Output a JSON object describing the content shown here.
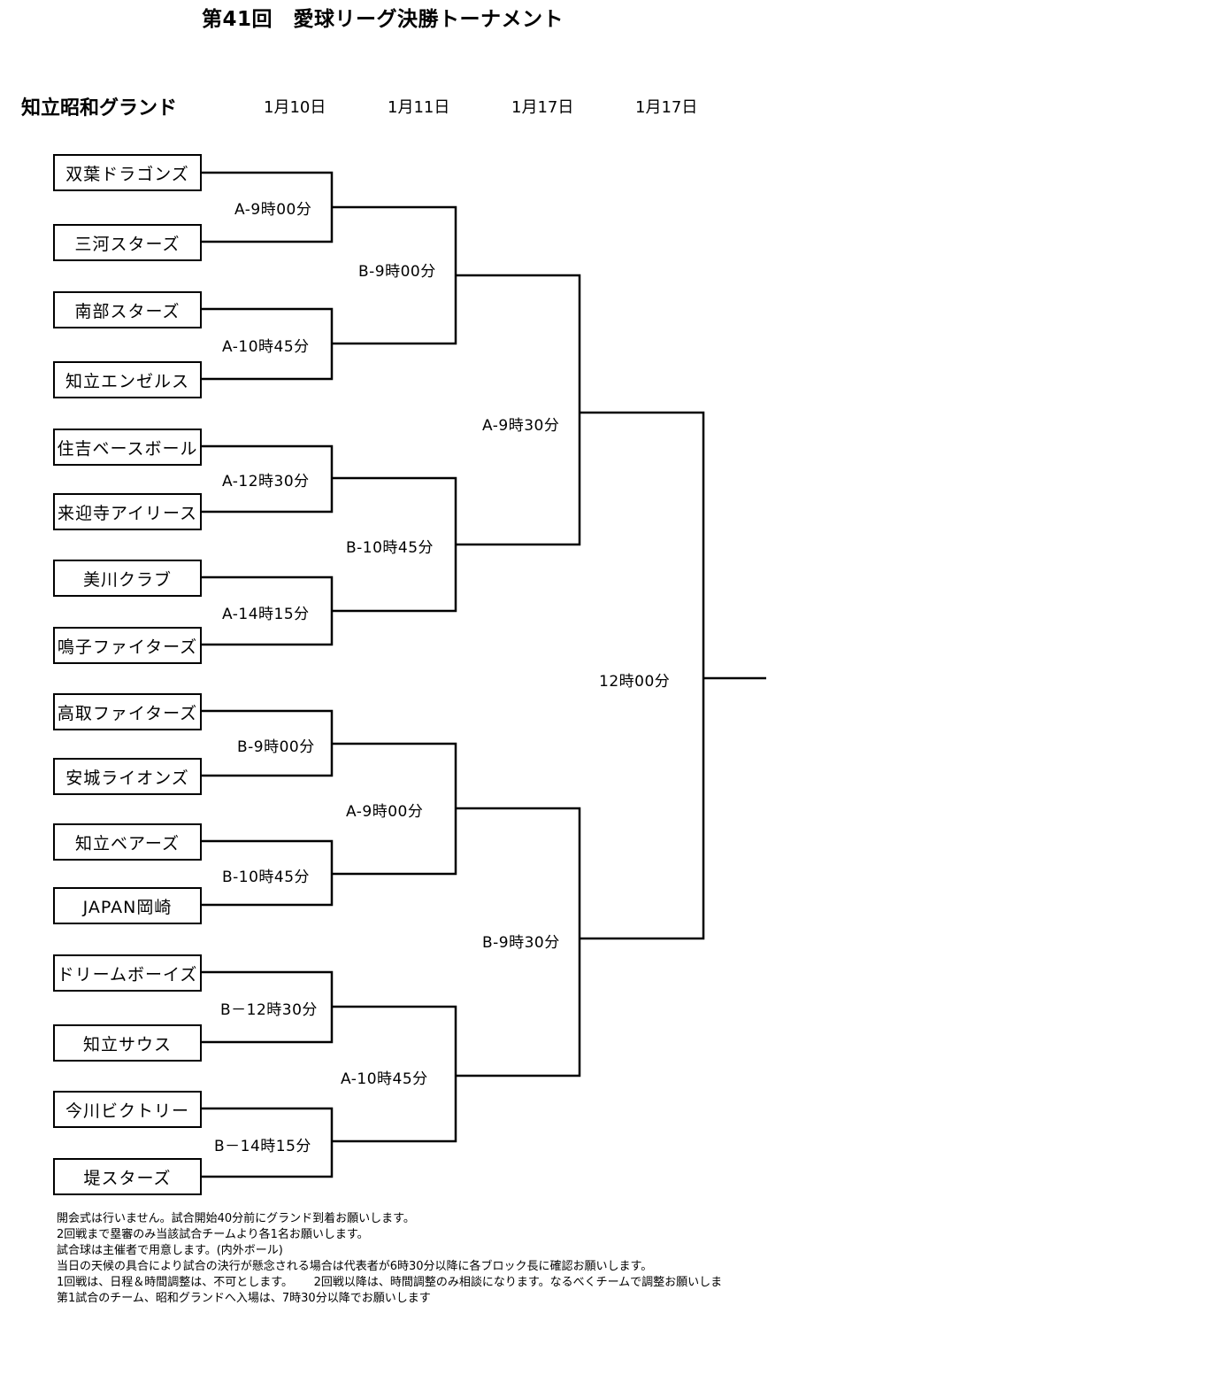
{
  "header": {
    "title": "第41回　愛球リーグ決勝トーナメント",
    "venue": "知立昭和グランド",
    "dates": [
      "1月10日",
      "1月11日",
      "1月17日",
      "1月17日"
    ]
  },
  "teams": [
    "双葉ドラゴンズ",
    "三河スターズ",
    "南部スターズ",
    "知立エンゼルス",
    "住吉ベースボール",
    "来迎寺アイリース",
    "美川クラブ",
    "鳴子ファイターズ",
    "高取ファイターズ",
    "安城ライオンズ",
    "知立ベアーズ",
    "JAPAN岡崎",
    "ドリームボーイズ",
    "知立サウス",
    "今川ビクトリー",
    "堤スターズ"
  ],
  "round1": [
    "A-9時00分",
    "A-10時45分",
    "A-12時30分",
    "A-14時15分",
    "B-9時00分",
    "B-10時45分",
    "B－12時30分",
    "B－14時15分"
  ],
  "round2": [
    "B-9時00分",
    "B-10時45分",
    "A-9時00分",
    "A-10時45分"
  ],
  "semis": [
    "A-9時30分",
    "B-9時30分"
  ],
  "final": "12時00分",
  "notes": [
    "開会式は行いません。試合開始40分前にグランド到着お願いします。",
    "2回戦まで塁審のみ当該試合チームより各1名お願いします。",
    "試合球は主催者で用意します。(内外ボール)",
    "当日の天候の具合により試合の決行が懸念される場合は代表者が6時30分以降に各ブロック長に確認お願いします。",
    "1回戦は、日程＆時間調整は、不可とします。　　 2回戦以降は、時間調整のみ相談になります。なるべくチームで調整お願いしま",
    "第1試合のチーム、昭和グランドへ入場は、7時30分以降でお願いします"
  ]
}
